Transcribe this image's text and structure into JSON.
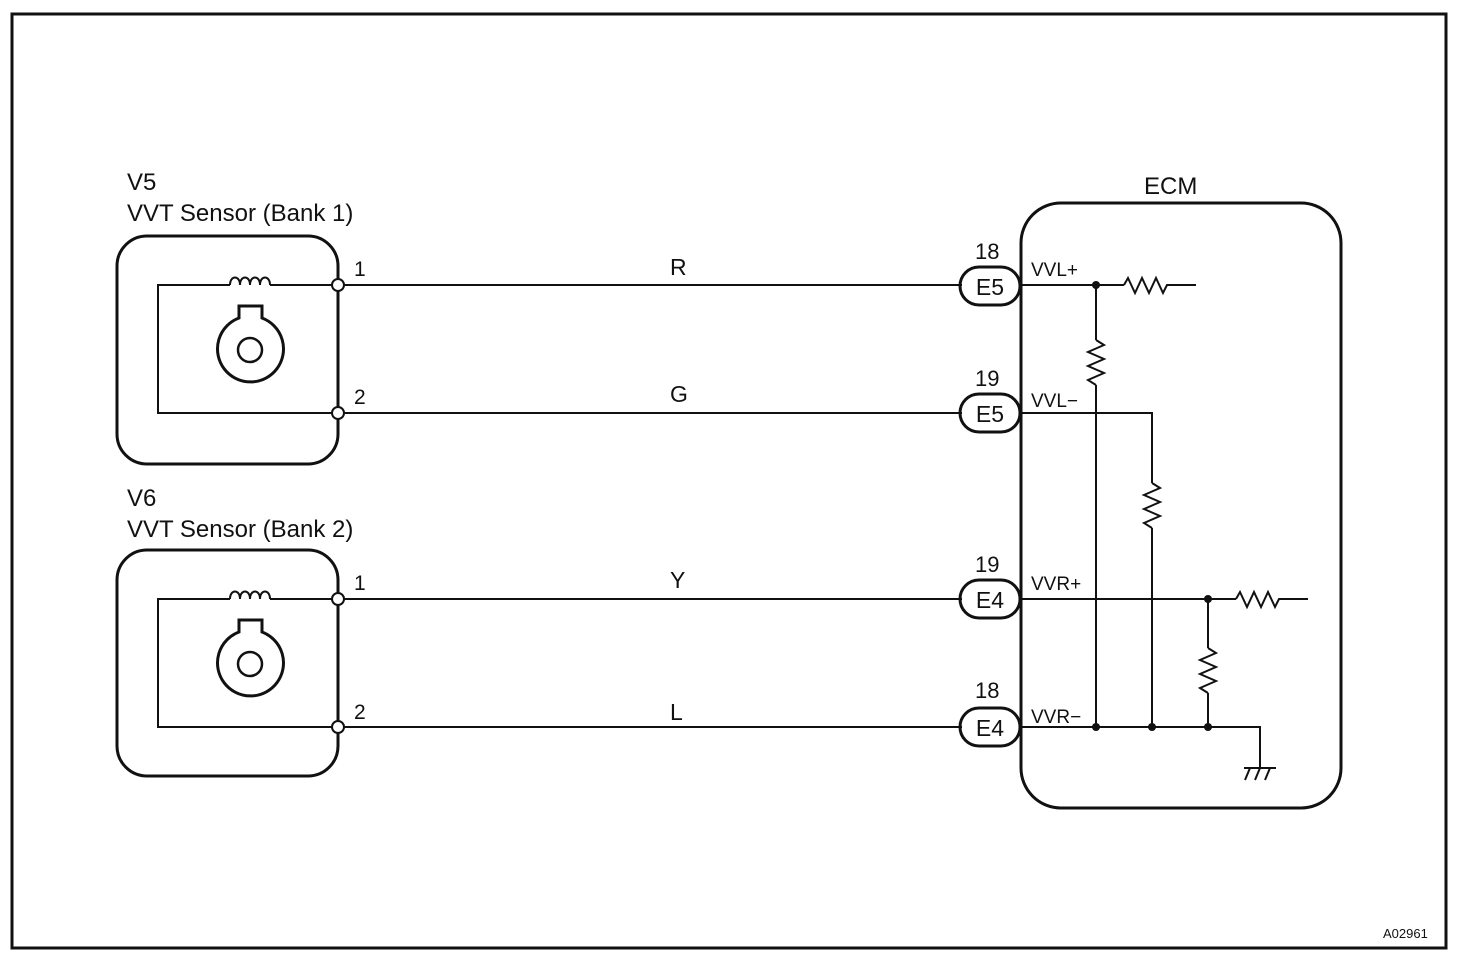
{
  "ecm_label": "ECM",
  "sensors": [
    {
      "code": "V5",
      "name": "VVT Sensor (Bank 1)",
      "pin_top": "1",
      "pin_bottom": "2"
    },
    {
      "code": "V6",
      "name": "VVT Sensor (Bank 2)",
      "pin_top": "1",
      "pin_bottom": "2"
    }
  ],
  "wires": [
    {
      "color": "R",
      "pin_number": "18",
      "connector": "E5",
      "signal": "VVL+"
    },
    {
      "color": "G",
      "pin_number": "19",
      "connector": "E5",
      "signal": "VVL−"
    },
    {
      "color": "Y",
      "pin_number": "19",
      "connector": "E4",
      "signal": "VVR+"
    },
    {
      "color": "L",
      "pin_number": "18",
      "connector": "E4",
      "signal": "VVR−"
    }
  ],
  "figure_code": "A02961"
}
